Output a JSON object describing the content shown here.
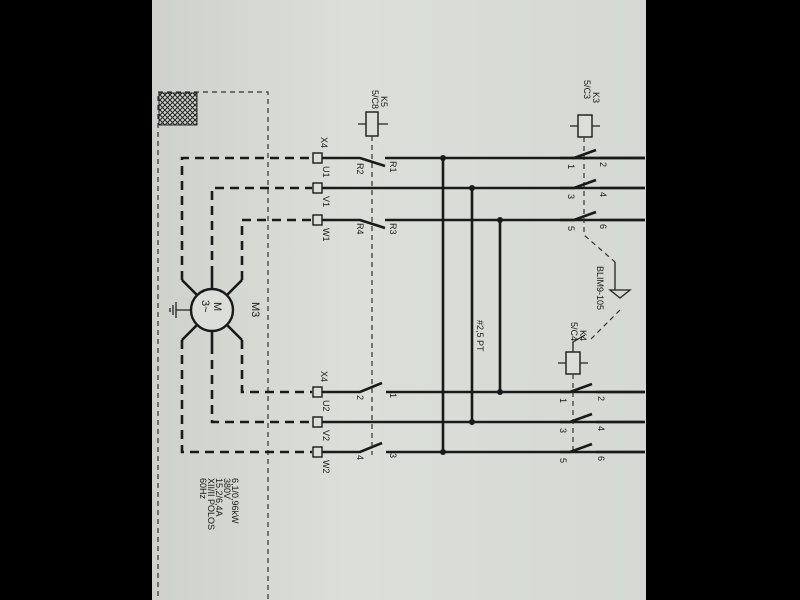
{
  "motor": {
    "name": "M3",
    "symbol": "M",
    "phase": "3~",
    "ratings": [
      "6,1/0,96kW",
      "380V",
      "15,2/6,4A",
      "XII/II POLOS",
      "60Hz"
    ]
  },
  "terminal_block": {
    "name_top": "X4",
    "name_bottom": "X4",
    "top": [
      "U1",
      "V1",
      "W1"
    ],
    "bottom": [
      "U2",
      "V2",
      "W2"
    ]
  },
  "k5": {
    "name": "K5",
    "ref": "5/C8",
    "contacts": [
      "R2",
      "R1",
      "R4",
      "R3",
      "2",
      "1",
      "4",
      "3"
    ]
  },
  "k3": {
    "name": "K3",
    "ref": "5/C3",
    "contacts": [
      "1",
      "2",
      "3",
      "4",
      "5",
      "6"
    ]
  },
  "k4": {
    "name": "K4",
    "ref": "5/C4",
    "contacts": [
      "1",
      "2",
      "3",
      "4",
      "5",
      "6"
    ]
  },
  "interlock": {
    "label": "BLIM9-105"
  },
  "bus": {
    "label": "#2,5 PT"
  }
}
